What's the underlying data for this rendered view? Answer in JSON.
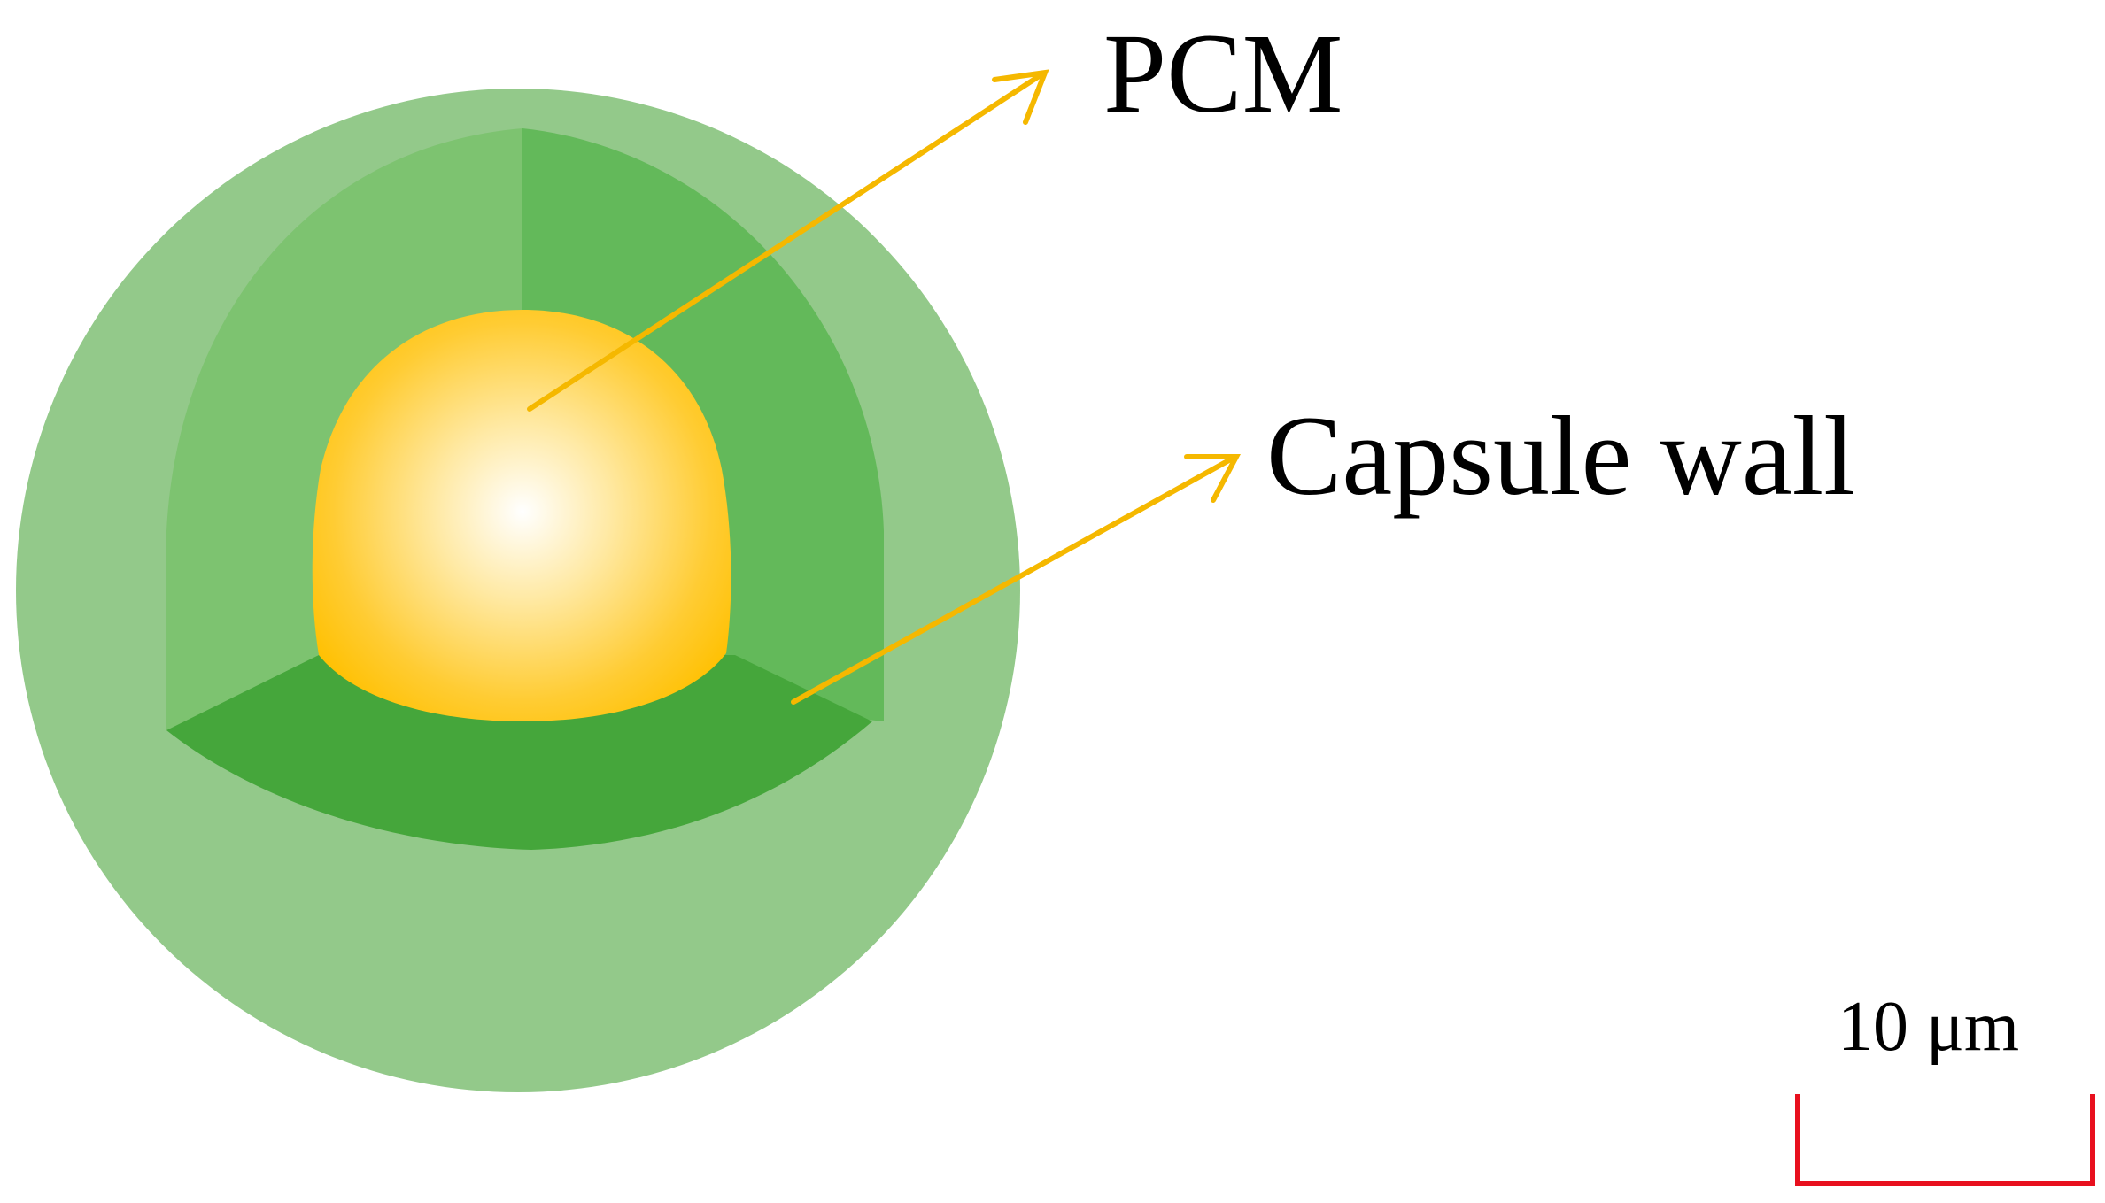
{
  "labels": {
    "pcm": "PCM",
    "capsule_wall": "Capsule wall"
  },
  "scale_bar": {
    "text": "10 μm",
    "color": "#e8101e"
  },
  "colors": {
    "outer_shell": "#93c98a",
    "inner_shell_left": "#7dc370",
    "inner_shell_right": "#63b95a",
    "inner_floor": "#45a63b",
    "core_center": "#ffffff",
    "core_edge": "#ffc000",
    "arrow": "#f5b800"
  }
}
